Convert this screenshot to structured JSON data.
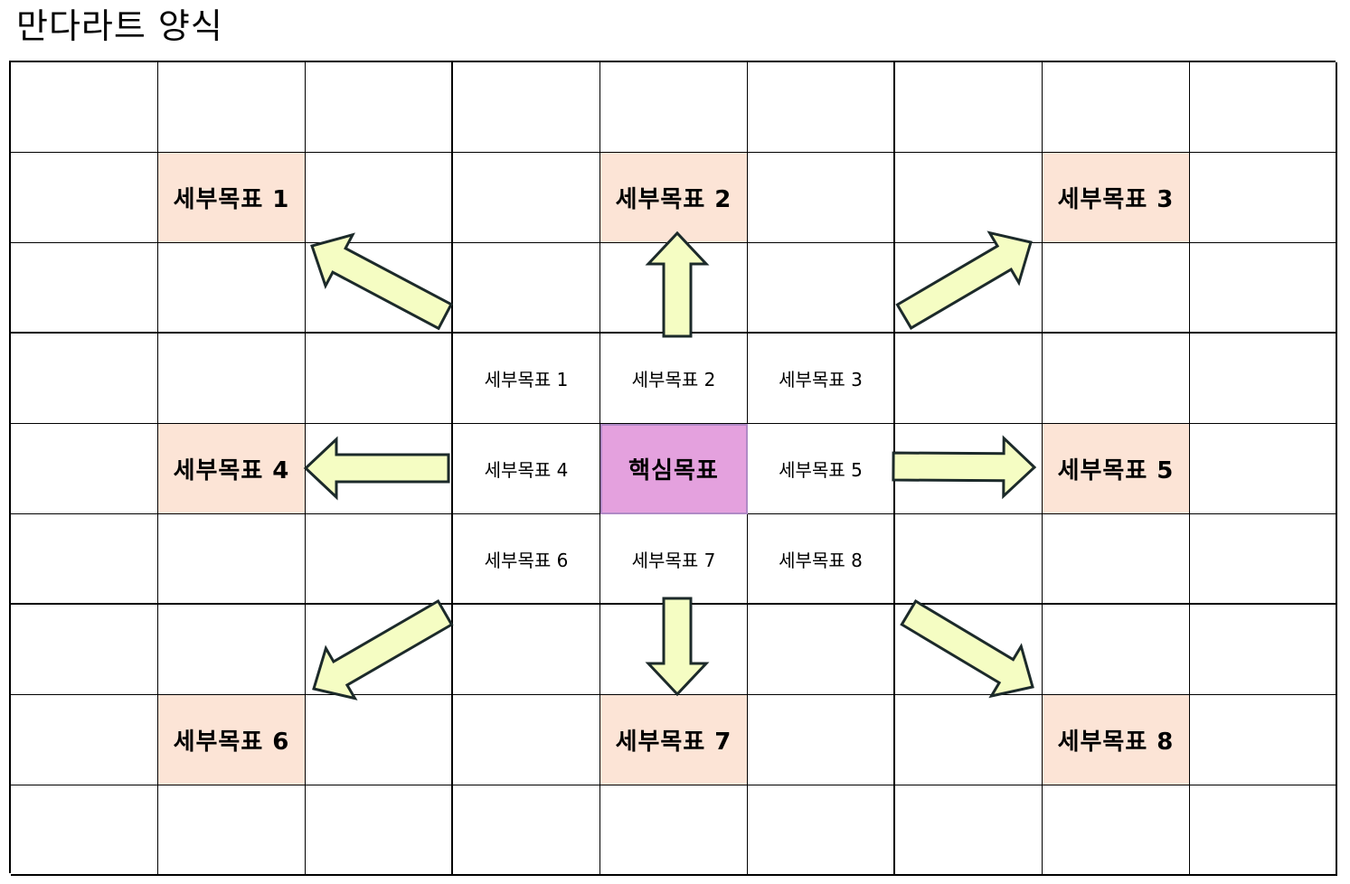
{
  "title": "만다라트 양식",
  "core_goal": "핵심목표",
  "sub_goals_inner": [
    "세부목표 1",
    "세부목표 2",
    "세부목표 3",
    "세부목표 4",
    "세부목표 5",
    "세부목표 6",
    "세부목표 7",
    "세부목표 8"
  ],
  "sub_goals_outer": [
    "세부목표 1",
    "세부목표 2",
    "세부목표 3",
    "세부목표 4",
    "세부목표 5",
    "세부목표 6",
    "세부목표 7",
    "세부목표 8"
  ],
  "colors": {
    "outer_goal_fill": "#fce4d6",
    "core_goal_fill": "#e4a1de",
    "arrow_fill": "#f5fdc3",
    "arrow_stroke": "#1c2a2a",
    "grid_line": "#000000"
  },
  "arrow_directions": [
    "up-left",
    "up",
    "up-right",
    "left",
    "right",
    "down-left",
    "down",
    "down-right"
  ]
}
